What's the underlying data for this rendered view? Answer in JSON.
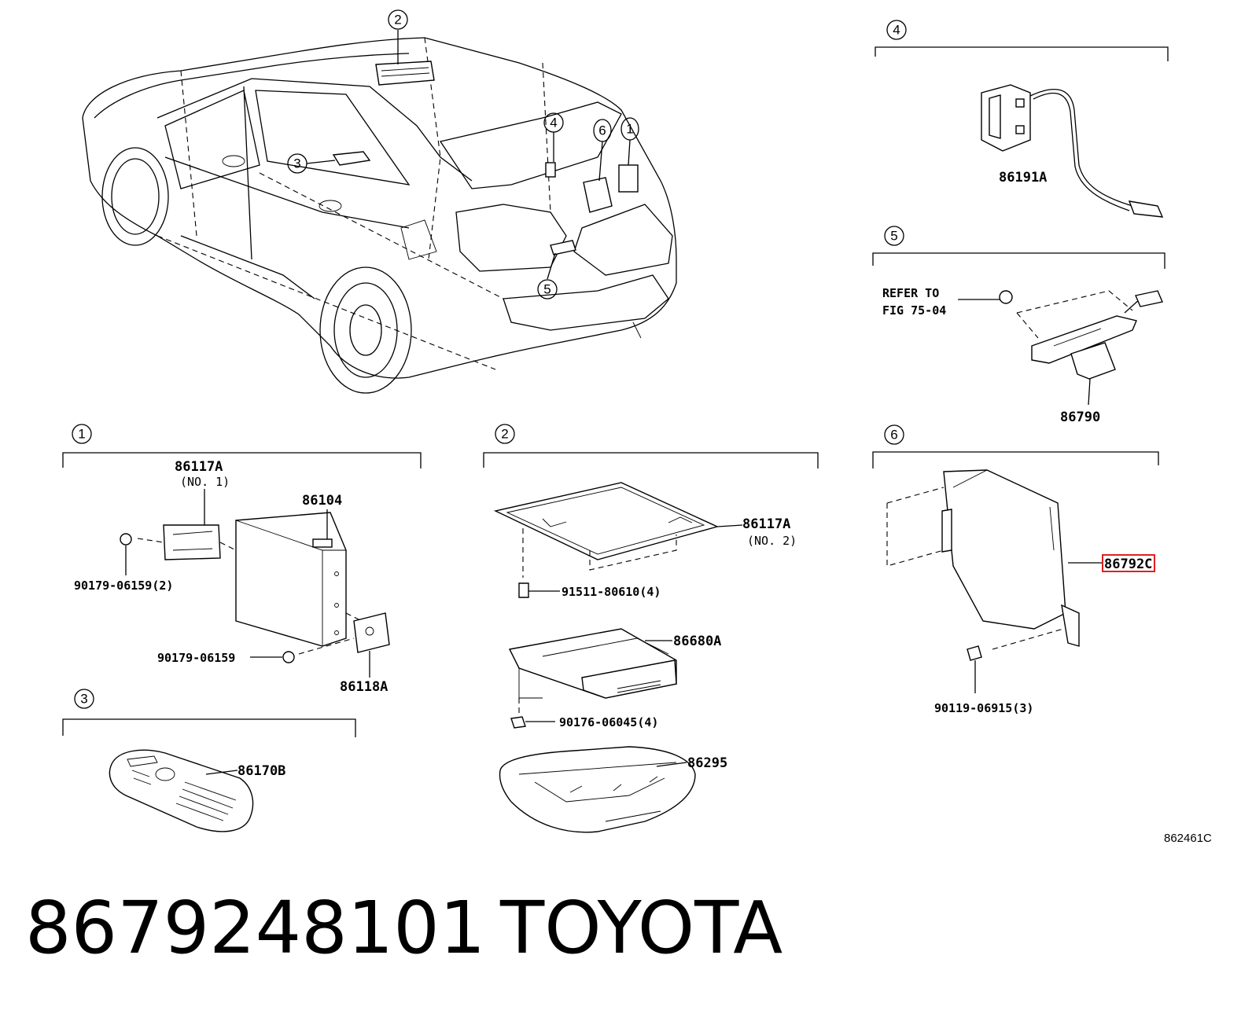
{
  "callouts": [
    "1",
    "2",
    "3",
    "4",
    "5",
    "6"
  ],
  "section1": {
    "bracket_part": "86117A",
    "bracket_note": "(NO. 1)",
    "unit_part": "86104",
    "nut_part_qty": "90179-06159(2)",
    "nut_part": "90179-06159",
    "bracket2_part": "86118A"
  },
  "section2": {
    "cover_part": "86117A",
    "cover_note": "(NO. 2)",
    "screw_part": "91511-80610(4)",
    "player_part": "86680A",
    "nut_part": "90176-06045(4)",
    "housing_part": "86295"
  },
  "section3": {
    "remote_part": "86170B"
  },
  "section4": {
    "jack_part": "86191A"
  },
  "section5": {
    "refer_line1": "REFER TO",
    "refer_line2": "FIG 75-04",
    "camera_part": "86790"
  },
  "section6": {
    "ecu_part": "86792C",
    "bolt_part": "90119-06915(3)",
    "highlight_color": "#e02020"
  },
  "figure_code": "862461C",
  "footer": {
    "part_number": "8679248101",
    "brand": "TOYOTA"
  }
}
